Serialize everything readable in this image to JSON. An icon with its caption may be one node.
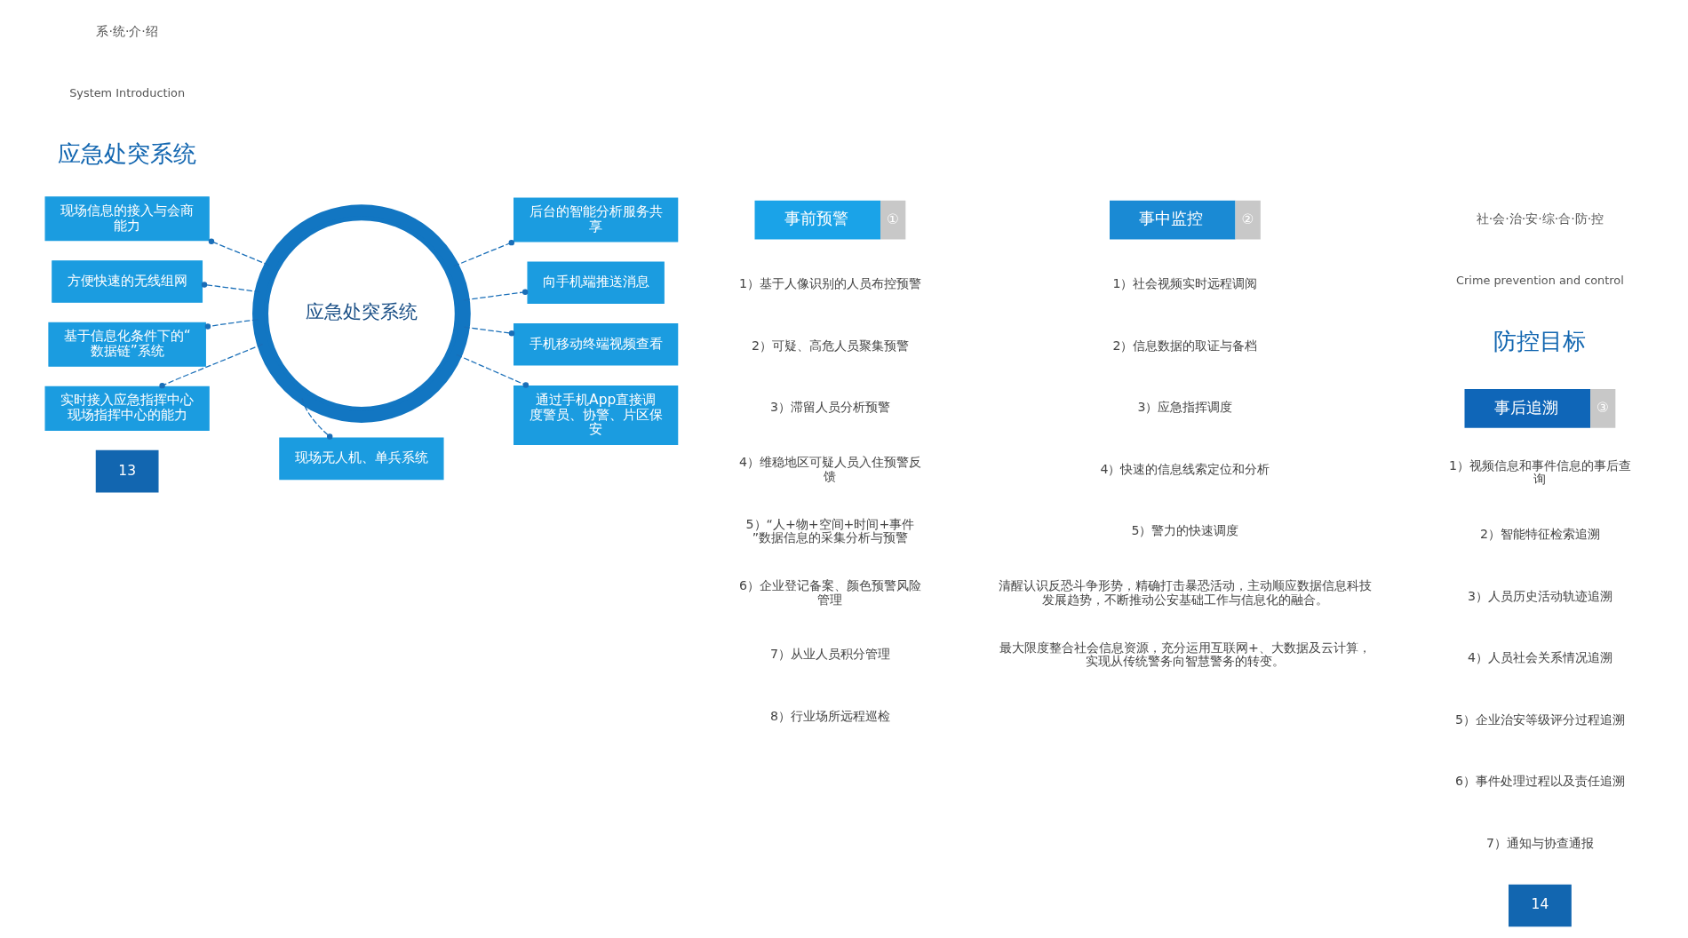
{
  "diagram": {
    "nodes": [
      {
        "text": [
          "应急处突系统"
        ]
      },
      {
        "text": [
          "现场信息的接入与会商能力"
        ]
      },
      {
        "text": [
          "后台的智能分析服务共享"
        ]
      },
      {
        "text": [
          "方便快速的无线组网"
        ]
      },
      {
        "text": [
          "向手机端推送消息"
        ]
      },
      {
        "text": [
          "基于信息化条件下的“数据链”系统"
        ]
      },
      {
        "text": [
          "手机移动终端视频查看"
        ]
      },
      {
        "text": [
          "实时接入应急指挥中心现场指挥中心的能力"
        ]
      },
      {
        "text": [
          "通过手机App直接调度警员、协警、片区保安"
        ]
      },
      {
        "text": [
          "现场无人机、单兵系统"
        ]
      },
      {
        "text": [
          "事前预警"
        ],
        "beside": [
          "①"
        ]
      },
      {
        "text": [
          "事中监控"
        ],
        "beside": [
          "②"
        ]
      },
      {
        "text": [
          "事后追溯"
        ],
        "beside": [
          "③"
        ]
      }
    ],
    "edges": [
      {
        "from": 0,
        "to": 1,
        "arrow": "other",
        "style": "dashed"
      },
      {
        "from": 0,
        "to": 2,
        "arrow": "other",
        "style": "dashed"
      },
      {
        "from": 0,
        "to": 3,
        "arrow": "other",
        "style": "dashed"
      },
      {
        "from": 0,
        "to": 4,
        "arrow": "other",
        "style": "dashed"
      },
      {
        "from": 0,
        "to": 5,
        "arrow": "other",
        "style": "dashed"
      },
      {
        "from": 0,
        "to": 6,
        "arrow": "other",
        "style": "dashed"
      },
      {
        "from": 0,
        "to": 7,
        "arrow": "other",
        "style": "dashed"
      },
      {
        "from": 0,
        "to": 8,
        "arrow": "other",
        "style": "dashed"
      },
      {
        "from": 0,
        "to": 9,
        "arrow": "other",
        "style": "dashed"
      }
    ],
    "labels": [
      "系·统·介·绍",
      "System Introduction",
      "社·会·治·安·综·合·防·控",
      "Crime prevention and control",
      "应急处突系统",
      "防控目标",
      "1）基于人像识别的人员布控预警",
      "2）可疑、高危人员聚集预警",
      "3）滞留人员分析预警",
      "4）维稳地区可疑人员入住预警反馈",
      "5）“人+物+空间+时间+事件”数据信息的采集分析与预警",
      "6）企业登记备案、颜色预警风险管理",
      "7）从业人员积分管理",
      "8）行业场所远程巡检",
      "1）社会视频实时远程调阅",
      "2）信息数据的取证与备档",
      "3）应急指挥调度",
      "4）快速的信息线索定位和分析",
      "5）警力的快速调度",
      "1）视频信息和事件信息的事后查询",
      "2）智能特征检索追溯",
      "3）人员历史活动轨迹追溯",
      "4）人员社会关系情况追溯",
      "5）企业治安等级评分过程追溯",
      "6）事件处理过程以及责任追溯",
      "7）通知与协查通报",
      "清醒认识反恐斗争形势，精确打击暴恐活动，主动顺应数据信息科技发展趋势，不断推动公安基础工作与信息化的融合。",
      "最大限度整合社会信息资源，充分运用互联网+、大数据及云计算，实现从传统警务向智慧警务的转变。",
      "13",
      "14"
    ]
  }
}
